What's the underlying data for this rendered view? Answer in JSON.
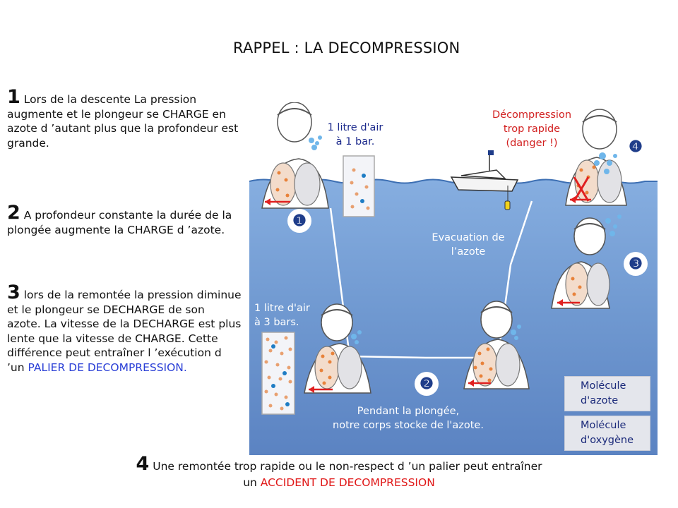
{
  "title": "RAPPEL : LA DECOMPRESSION",
  "paragraphs": {
    "p1": {
      "num": "1",
      "text": " Lors de la descente La pression augmente et le plongeur se CHARGE  en azote d ’autant plus que la profondeur est grande."
    },
    "p2": {
      "num": "2",
      "text": " A profondeur constante la durée de la plongée augmente la CHARGE d ’azote."
    },
    "p3": {
      "num": "3",
      "text_a": " lors de la remontée la pression diminue et le plongeur se DECHARGE  de son azote. La vitesse de la DECHARGE est plus lente que la vitesse de CHARGE. Cette différence peut entraîner l ’exécution d ’un ",
      "text_b": "PALIER DE DECOMPRESSION."
    },
    "p4": {
      "num": "4",
      "text_a": " Une remontée trop rapide ou le non-respect d ’un palier peut entraîner",
      "text_b": "un ",
      "text_c": "ACCIDENT DE DECOMPRESSION"
    }
  },
  "diagram": {
    "label_1bar": [
      "1 litre d'air",
      "à 1 bar."
    ],
    "label_3bar": [
      "1 litre d'air",
      "à 3 bars."
    ],
    "label_decomp": [
      "Décompression",
      "trop rapide",
      "(danger !)"
    ],
    "label_evacuation": [
      "Evacuation de",
      "l’azote"
    ],
    "label_pendant": [
      "Pendant la plongée,",
      "notre corps stocke de l'azote."
    ],
    "steps": [
      "❶",
      "❷",
      "❸",
      "❹"
    ],
    "legend_azote": [
      "Molécule",
      "d'azote"
    ],
    "legend_oxygene": [
      "Molécule",
      "d'oxygène"
    ],
    "colors": {
      "water": "#5b86c4",
      "water_light": "#8fb2de",
      "nitrogen": "#e8823a",
      "oxygen": "#1f7dc4",
      "arrow": "#e02020"
    }
  }
}
